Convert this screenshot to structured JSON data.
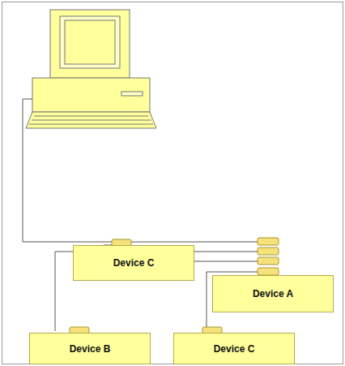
{
  "diagram": {
    "nodes": [
      {
        "text": [
          "Device C"
        ]
      },
      {
        "text": [
          "Device A"
        ]
      },
      {
        "text": [
          "Device B"
        ]
      },
      {
        "text": [
          "Device C"
        ]
      }
    ]
  }
}
